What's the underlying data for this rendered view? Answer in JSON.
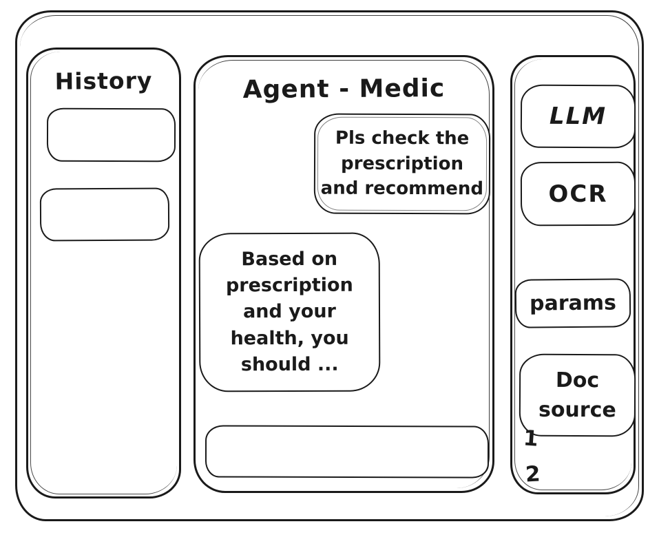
{
  "window": {
    "stroke_color": "#1a1a1a",
    "background": "#ffffff"
  },
  "history_panel": {
    "title": "History",
    "items": [
      {
        "label": ""
      },
      {
        "label": ""
      }
    ]
  },
  "chat_panel": {
    "title": "Agent - Medic",
    "messages": [
      {
        "role": "user",
        "text": "Pls check the\nprescription\nand recommend"
      },
      {
        "role": "assistant",
        "text": "Based on\nprescription\nand your\nhealth, you\nshould ..."
      }
    ],
    "input": {
      "value": "",
      "placeholder": ""
    }
  },
  "tools_panel": {
    "buttons": [
      {
        "label": "LLM"
      },
      {
        "label": "OCR"
      },
      {
        "label": "params"
      },
      {
        "label": "Doc source"
      }
    ],
    "annotations": [
      "1",
      "2"
    ]
  }
}
